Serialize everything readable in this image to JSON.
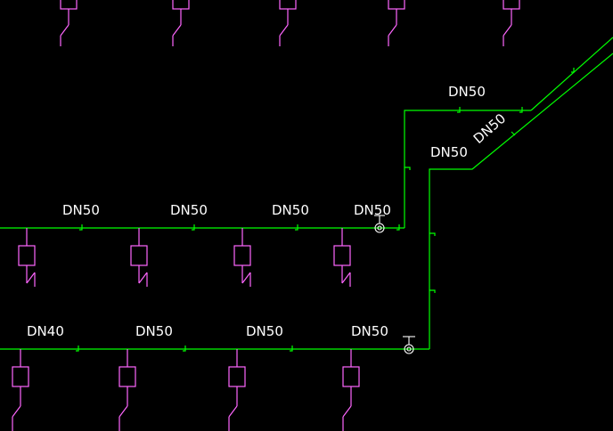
{
  "colors": {
    "background": "#000000",
    "pipe": "#00ff00",
    "fixture": "#ff66ff",
    "text": "#ffffff"
  },
  "labels": {
    "upper_run": [
      "DN50",
      "DN50",
      "DN50",
      "DN50"
    ],
    "lower_run": [
      "DN40",
      "DN50",
      "DN50",
      "DN50"
    ],
    "riser_top": "DN50",
    "riser_diagonal": "DN50",
    "riser_inner": "DN50"
  },
  "icons": {
    "fixture": "cad-sprinkler-fixture-icon",
    "valve": "gate-valve-icon"
  }
}
